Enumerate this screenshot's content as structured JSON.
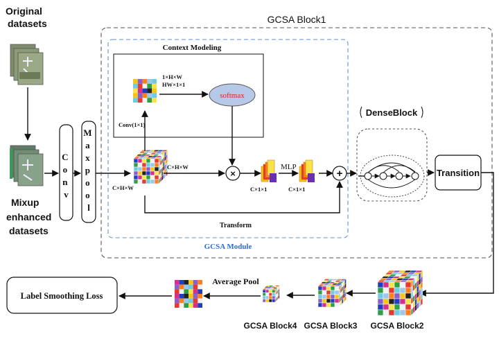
{
  "labels": {
    "original_datasets": [
      "Original",
      "datasets"
    ],
    "mixup": [
      "Mixup",
      "enhanced",
      "datasets"
    ],
    "conv": [
      "C",
      "o",
      "n",
      "v"
    ],
    "maxpool": [
      "M",
      "a",
      "x",
      "p",
      "o",
      "o",
      "l"
    ],
    "gcsa_block1": "GCSA Block1",
    "context_modeling": "Context Modeling",
    "dims_1hw": "1×H×W",
    "dims_hw11": "HW×1×1",
    "softmax": "softmax",
    "conv11": "Conv(1×1)",
    "dims_chw_top": "C×H×W",
    "dims_chw_left": "C×H×W",
    "multiply": "×",
    "plus": "+",
    "mlp": "MLP",
    "dims_c11_a": "C×1×1",
    "dims_c11_b": "C×1×1",
    "transform": "Transform",
    "gcsa_module": "GCSA Module",
    "denseblock": "DenseBlock",
    "transition": "Transition",
    "average_pool": "Average Pool",
    "label_smoothing_loss": "Label Smoothing Loss",
    "gcsa_block2": "GCSA Block2",
    "gcsa_block3": "GCSA Block3",
    "gcsa_block4": "GCSA Block4"
  },
  "colors": {
    "gcsa_module_border": "#5b8fd6",
    "gcsa_module_text": "#2f6fd0",
    "softmax_fill": "#b7c9e8",
    "softmax_text": "#e0201c",
    "dashed_border": "#555555",
    "cube_palette": [
      "#1f3fbf",
      "#e43a2f",
      "#f5c518",
      "#2f9e44",
      "#ff7f1e",
      "#d4308f",
      "#6fcbe0",
      "#222222",
      "#f2f2f2",
      "#8a5fd0",
      "#f7e44a",
      "#9cc7ef"
    ]
  }
}
